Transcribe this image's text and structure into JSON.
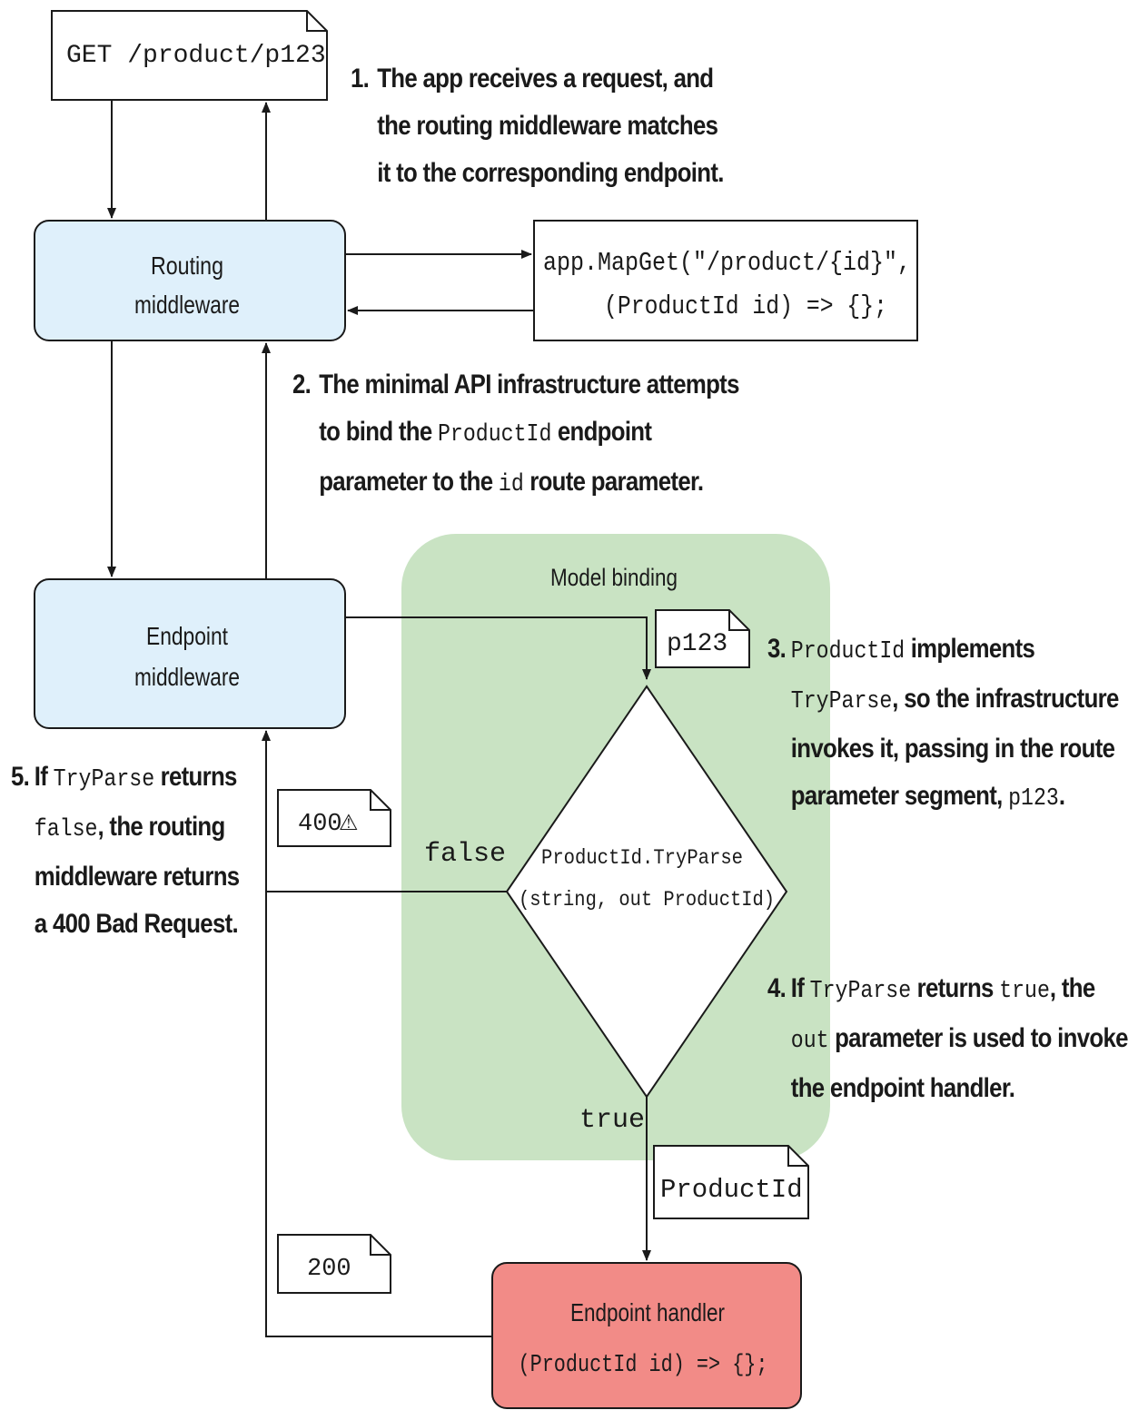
{
  "request_doc": "GET /product/p123",
  "routing_box": {
    "line1": "Routing",
    "line2": "middleware"
  },
  "endpoint_box": {
    "line1": "Endpoint",
    "line2": "middleware"
  },
  "handler_box": {
    "title": "Endpoint handler",
    "code": "(ProductId id) => {};"
  },
  "mapget_box": {
    "line1": "app.MapGet(\"/product/{id}\",",
    "line2": "(ProductId id) => {};"
  },
  "model_binding_label": "Model binding",
  "p123_doc": "p123",
  "status_400_doc": "400",
  "warning_glyph": "⚠",
  "productid_doc": "ProductId",
  "status_200_doc": "200",
  "decision": {
    "line1": "ProductId.TryParse",
    "line2": "(string, out ProductId)"
  },
  "false_label": "false",
  "true_label": "true",
  "notes": {
    "n1": {
      "num": "1.",
      "l1": "The app receives a request, and",
      "l2": "the routing middleware matches",
      "l3": "it to the corresponding endpoint."
    },
    "n2": {
      "num": "2.",
      "l1": "The minimal API infrastructure attempts",
      "l2a": "to bind the ",
      "l2b": "ProductId",
      "l2c": " endpoint",
      "l3a": "parameter to the ",
      "l3b": "id",
      "l3c": " route parameter."
    },
    "n3": {
      "num": "3.",
      "l1a": "ProductId",
      "l1b": " implements",
      "l2a": "TryParse",
      "l2b": ", so the infrastructure",
      "l3": "invokes it, passing in the route",
      "l4a": "parameter segment, ",
      "l4b": "p123",
      "l4c": "."
    },
    "n4": {
      "num": "4.",
      "l1a": "If ",
      "l1b": "TryParse",
      "l1c": " returns ",
      "l1d": "true",
      "l1e": ", the",
      "l2a": "out",
      "l2b": " parameter is used to invoke",
      "l3": "the endpoint handler."
    },
    "n5": {
      "num": "5.",
      "l1a": "If ",
      "l1b": "TryParse",
      "l1c": " returns",
      "l2a": "false",
      "l2b": ", the routing",
      "l3": "middleware returns",
      "l4": "a 400 Bad Request."
    }
  },
  "colors": {
    "middleware_fill": "#dff0fb",
    "handler_fill": "#f28b87",
    "model_binding_fill": "#c9e3c3",
    "line": "#1a1a1a"
  }
}
